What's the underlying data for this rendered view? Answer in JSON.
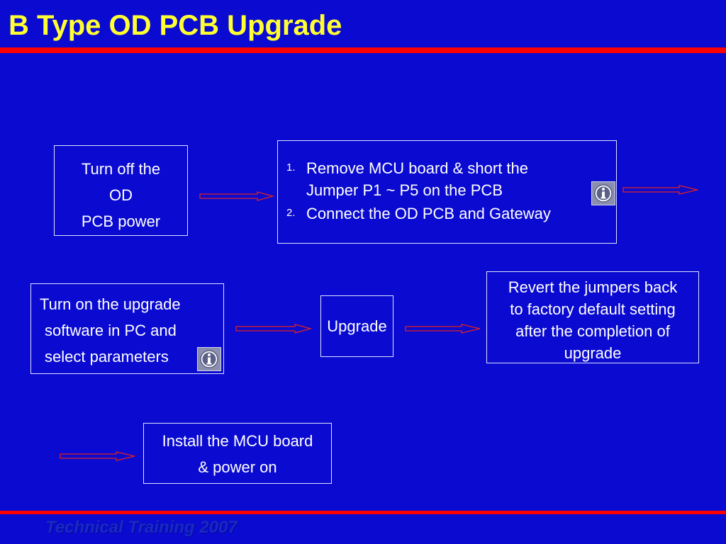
{
  "slide": {
    "title": "B Type OD PCB Upgrade",
    "footer": "Technical Training 2007"
  },
  "steps": {
    "power_off": {
      "lines": [
        "Turn off  the",
        "OD",
        "PCB power"
      ]
    },
    "prep": {
      "items": [
        {
          "num": "1.",
          "lines": [
            "Remove MCU board & short the",
            "Jumper P1 ~ P5 on the PCB"
          ]
        },
        {
          "num": "2.",
          "lines": [
            "Connect the OD PCB and Gateway"
          ]
        }
      ]
    },
    "software": {
      "lines": [
        "Turn on the upgrade",
        "software in PC and",
        "select parameters"
      ]
    },
    "upgrade": {
      "label": "Upgrade"
    },
    "revert": {
      "lines": [
        "Revert the jumpers back",
        "to factory default setting",
        "after the completion of",
        "upgrade"
      ]
    },
    "install": {
      "lines": [
        "Install the MCU board",
        "& power on"
      ]
    }
  },
  "colors": {
    "background": "#0a0ad0",
    "title": "#ffff33",
    "rule": "#ff0000",
    "box_border": "#dfe3ff",
    "arrow": "#e02020"
  },
  "icons": [
    "info-icon",
    "info-icon"
  ]
}
